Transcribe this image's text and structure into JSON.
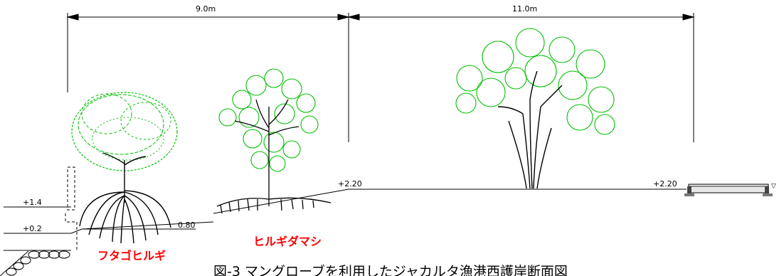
{
  "dimensions": {
    "left_span": "9.0m",
    "right_span": "11.0m"
  },
  "elevations": {
    "left_high": "+1.4",
    "left_low": "+0.2",
    "slope": "0.80",
    "mid": "+2.20",
    "right": "+2.20"
  },
  "species": {
    "left": "フタゴヒルギ",
    "middle": "ヒルギダマシ"
  },
  "caption": "図-3 マングローブを利用したジャカルタ漁港西護岸断面図",
  "colors": {
    "foliage": "#00c000",
    "label": "#ff0000",
    "line": "#000000"
  }
}
